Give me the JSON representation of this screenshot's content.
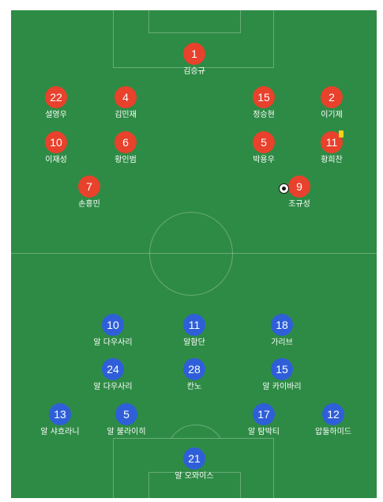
{
  "colors": {
    "pitch": "#2e8b45",
    "home_team": "#e8412c",
    "away_team": "#2f5fd8",
    "yellow_card": "#f6d11a"
  },
  "home": {
    "gk": {
      "number": "1",
      "name": "김승규"
    },
    "defenders": [
      {
        "number": "22",
        "name": "설영우"
      },
      {
        "number": "4",
        "name": "김민재"
      },
      {
        "number": "15",
        "name": "정승현"
      },
      {
        "number": "2",
        "name": "이기제",
        "icon": "yellow-card-icon"
      }
    ],
    "midfielders": [
      {
        "number": "10",
        "name": "이재성"
      },
      {
        "number": "6",
        "name": "황인범"
      },
      {
        "number": "5",
        "name": "박용우"
      },
      {
        "number": "11",
        "name": "황희찬"
      }
    ],
    "forwards": [
      {
        "number": "7",
        "name": "손흥민"
      },
      {
        "number": "9",
        "name": "조규성",
        "icon": "goal-ball-icon"
      }
    ]
  },
  "away": {
    "row1": [
      {
        "number": "10",
        "name": "알 다우사리"
      },
      {
        "number": "11",
        "name": "알함단"
      },
      {
        "number": "18",
        "name": "가리브"
      }
    ],
    "row2": [
      {
        "number": "24",
        "name": "알 다우사리"
      },
      {
        "number": "28",
        "name": "칸노"
      },
      {
        "number": "15",
        "name": "알 카이바리"
      }
    ],
    "defenders": [
      {
        "number": "13",
        "name": "알 샤흐라니"
      },
      {
        "number": "5",
        "name": "알 불라이히"
      },
      {
        "number": "17",
        "name": "알 탐박티"
      },
      {
        "number": "12",
        "name": "압둘하미드"
      }
    ],
    "gk": {
      "number": "21",
      "name": "알 오와이스"
    }
  }
}
